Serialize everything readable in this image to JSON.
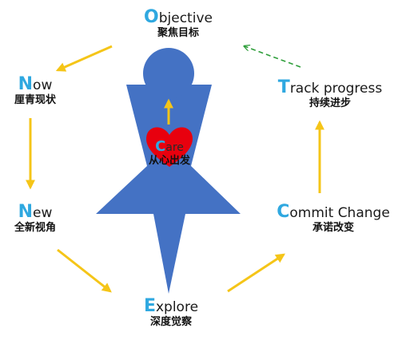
{
  "colors": {
    "figure": "#4472c4",
    "heart": "#e8000e",
    "arrow": "#f5c518",
    "feedback_arrow": "#2e9e3a",
    "initial_letter": "#2fa8e0"
  },
  "center_figure": {
    "heart_label": {
      "initial": "C",
      "rest": "are",
      "subtitle": "从心出发"
    }
  },
  "nodes": {
    "objective": {
      "initial": "O",
      "rest": "bjective",
      "subtitle": "聚焦目标"
    },
    "now": {
      "initial": "N",
      "rest": "ow",
      "subtitle": "厘青现状"
    },
    "new": {
      "initial": "N",
      "rest": "ew",
      "subtitle": "全新视角"
    },
    "explore": {
      "initial": "E",
      "rest": "xplore",
      "subtitle": "深度觉察"
    },
    "commit": {
      "initial": "C",
      "rest": "ommit Change",
      "subtitle": "承诺改变"
    },
    "track": {
      "initial": "T",
      "rest": "rack progress",
      "subtitle": "持续进步"
    }
  }
}
